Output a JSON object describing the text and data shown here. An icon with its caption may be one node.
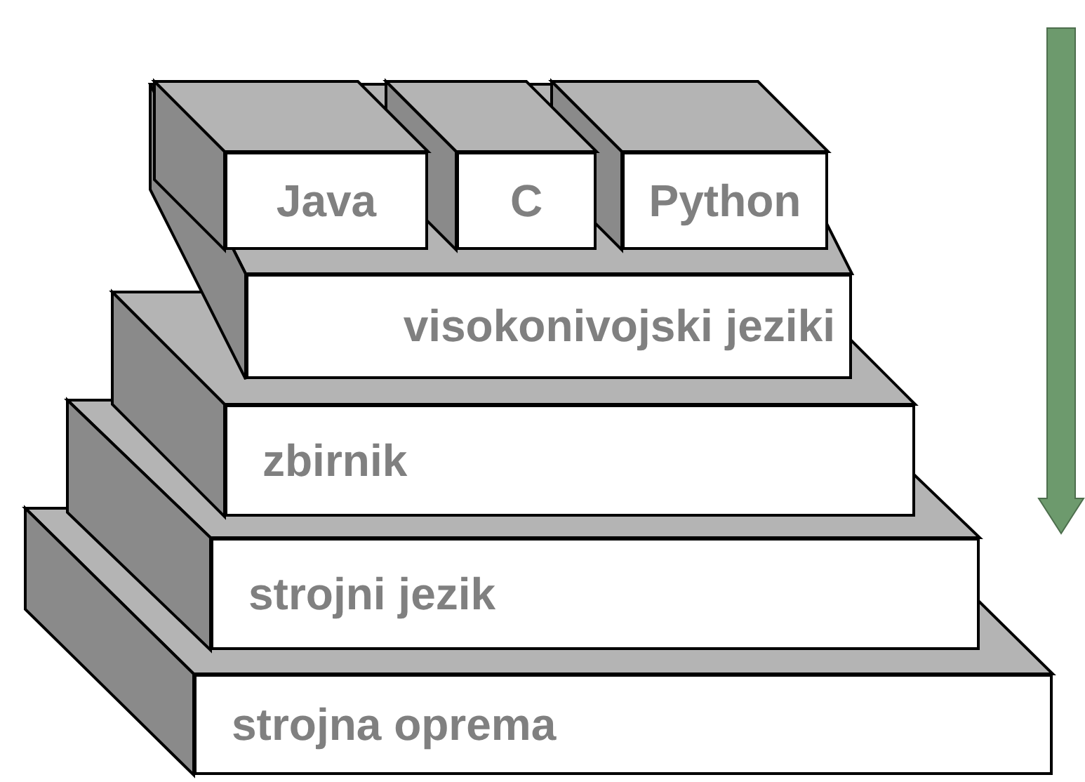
{
  "diagram": {
    "nodes": [
      {
        "text": [
          "Java"
        ]
      },
      {
        "text": [
          "C"
        ]
      },
      {
        "text": [
          "Python"
        ]
      },
      {
        "text": [
          "visokonivojski jeziki"
        ]
      },
      {
        "text": [
          "zbirnik"
        ]
      },
      {
        "text": [
          "strojni jezik"
        ]
      },
      {
        "text": [
          "strojna oprema"
        ]
      }
    ]
  }
}
